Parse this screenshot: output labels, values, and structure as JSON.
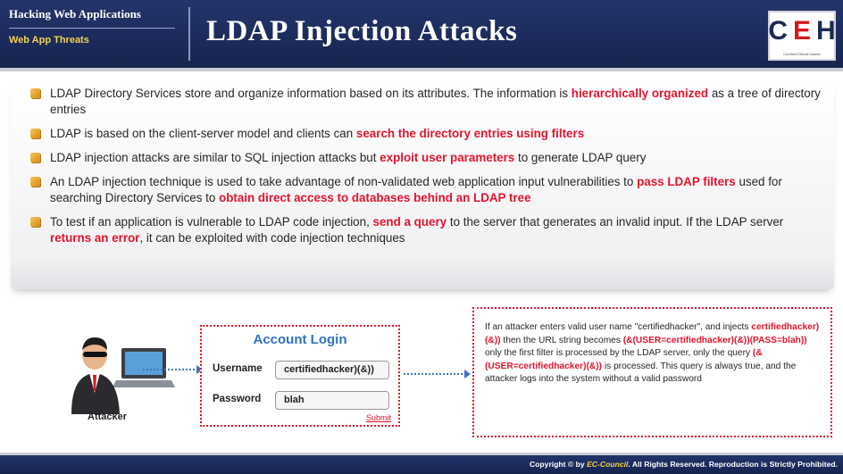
{
  "header": {
    "course": "Hacking Web Applications",
    "module": "Web App Threats",
    "title": "LDAP Injection Attacks",
    "logo_letters": [
      "C",
      "E",
      "H"
    ],
    "logo_tagline": "Certified   Ethical   Hacker"
  },
  "bullets": [
    [
      "LDAP Directory Services store and organize information based on its attributes. The information is ",
      "hierarchically organized",
      " as a tree of directory entries"
    ],
    [
      "LDAP is based on the client-server model and clients can ",
      "search the directory entries using filters",
      ""
    ],
    [
      "LDAP injection attacks are similar to SQL injection attacks but ",
      "exploit user parameters",
      " to generate LDAP query"
    ],
    [
      "An LDAP injection technique is used to take advantage of non-validated web application input vulnerabilities to ",
      "pass LDAP filters",
      " used for searching Directory Services to ",
      "obtain direct access to databases behind an LDAP tree",
      ""
    ],
    [
      "To test if an application is vulnerable to LDAP code injection, ",
      "send a query",
      " to the server that generates an invalid input. If the LDAP server ",
      "returns an error",
      ", it can be exploited with code injection techniques"
    ]
  ],
  "diagram": {
    "attacker_label": "Attacker",
    "login": {
      "title": "Account Login",
      "username_label": "Username",
      "username_value": "certifiedhacker)(&))",
      "password_label": "Password",
      "password_value": "blah",
      "submit": "Submit"
    },
    "explanation": [
      "If an attacker enters valid user name \"certifiedhacker\", and injects ",
      "certifiedhacker)(&))",
      " then the URL string becomes ",
      "(&(USER=certifiedhacker)(&))(PASS=blah))",
      " only the first filter is processed by the LDAP server, only the query ",
      "(&(USER=certifiedhacker)(&))",
      " is processed. This query is always true, and the attacker logs into the system without a valid password"
    ]
  },
  "footer": {
    "prefix": "Copyright © by ",
    "brand": "EC-Council",
    "suffix": ". All Rights Reserved. Reproduction is Strictly Prohibited."
  },
  "colors": {
    "header_bg": "#1c2b5c",
    "module_yellow": "#f3d34a",
    "highlight_red": "#e3132d",
    "login_title_blue": "#2e73c2"
  }
}
